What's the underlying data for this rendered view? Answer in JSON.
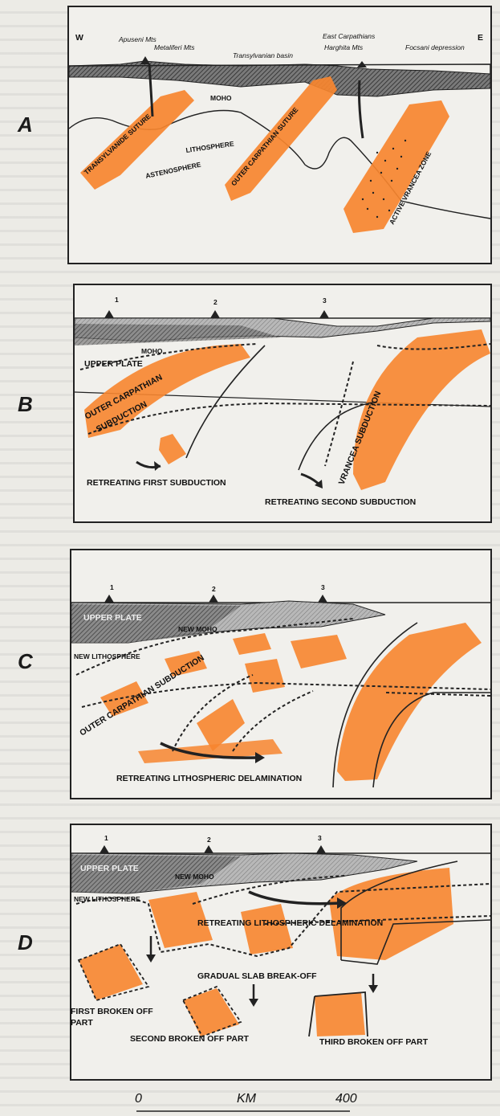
{
  "panels": {
    "a": {
      "letter": "A",
      "west": "W",
      "east": "E",
      "apuseni": "Apuseni Mts",
      "metaliferi": "Metaliferi Mts",
      "transylvanian_basin": "Transylvanian basin",
      "east_carpathians": "East Carpathians",
      "harghita": "Harghita Mts",
      "focsani": "Focsani depression",
      "moho": "MOHO",
      "lithosphere": "LITHOSPHERE",
      "astenosphere": "ASTENOSPHERE",
      "transylvanide_suture": "TRANSYLVANIDE SUTURE",
      "outer_carpathian_suture": "OUTER CARPATHIAN SUTURE",
      "active_vrancea_zone": "ACTIVE VRANCEA ZONE"
    },
    "b": {
      "letter": "B",
      "peak1": "1",
      "peak2": "2",
      "peak3": "3",
      "moho": "MOHO",
      "upper_plate": "UPPER PLATE",
      "outer_carpathian": "OUTER CARPATHIAN",
      "subduction": "SUBDUCTION",
      "vrancea_subduction": "VRANCEA SUBDUCTION",
      "retreating_first": "RETREATING FIRST SUBDUCTION",
      "retreating_second": "RETREATING SECOND SUBDUCTION"
    },
    "c": {
      "letter": "C",
      "peak1": "1",
      "peak2": "2",
      "peak3": "3",
      "upper_plate": "UPPER PLATE",
      "new_moho": "NEW MOHO",
      "new_lithosphere": "NEW LITHOSPHERE",
      "outer_carpathian_subduction": "OUTER CARPATHIAN SUBDUCTION",
      "retreating_delamination": "RETREATING LITHOSPHERIC DELAMINATION"
    },
    "d": {
      "letter": "D",
      "peak1": "1",
      "peak2": "2",
      "peak3": "3",
      "upper_plate": "UPPER PLATE",
      "new_moho": "NEW MOHO",
      "new_lithosphere": "NEW LITHOSPHERE",
      "retreating_delamination": "RETREATING LITHOSPHERIC DELAMINATION",
      "gradual_breakoff": "GRADUAL SLAB BREAK-OFF",
      "first_broken": "FIRST BROKEN OFF",
      "part": "PART",
      "second_broken": "SECOND BROKEN OFF PART",
      "third_broken": "THIRD BROKEN OFF PART"
    }
  },
  "scale": {
    "zero": "0",
    "unit": "KM",
    "max": "400"
  },
  "colors": {
    "slab": "#f7852f",
    "crust": "#555555",
    "frame": "#222222"
  }
}
